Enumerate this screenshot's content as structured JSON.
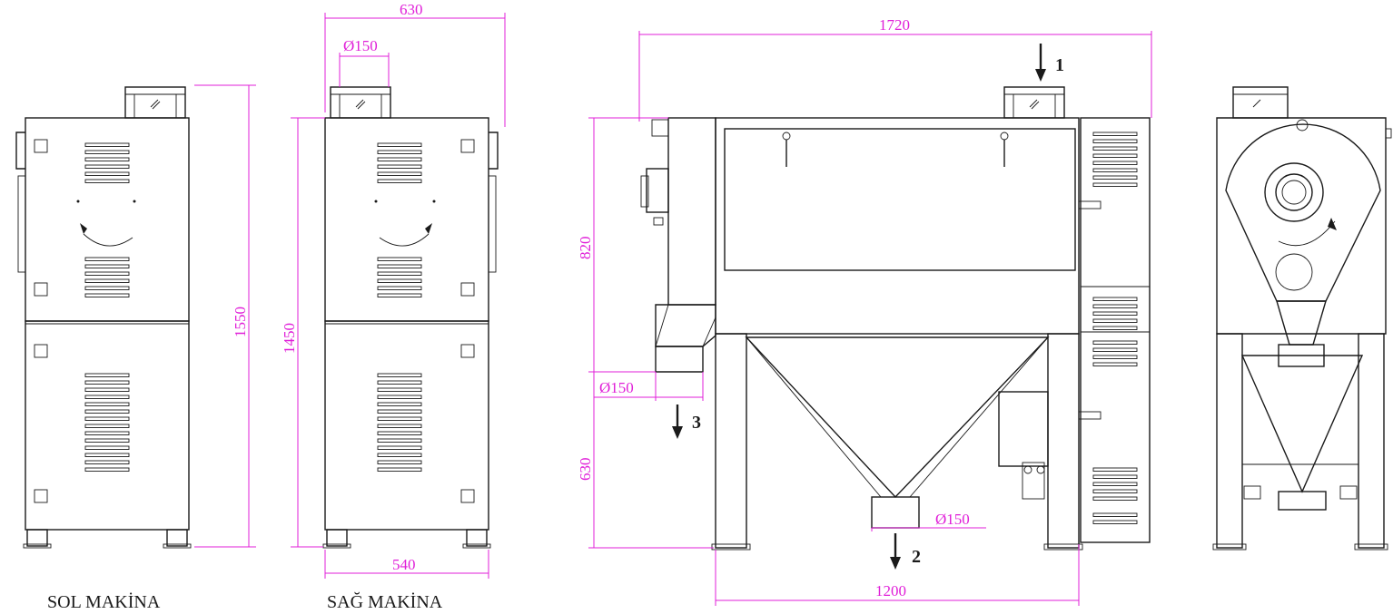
{
  "labels": {
    "left_machine": "SOL MAKİNA",
    "right_machine": "SAĞ MAKİNA"
  },
  "dimensions": {
    "left_height": "1550",
    "right_width_top": "630",
    "right_inlet_diameter": "Ø150",
    "right_height": "1450",
    "right_base_width": "540",
    "front_total_width": "1720",
    "front_upper_height": "820",
    "front_side_outlet_diameter": "Ø150",
    "front_lower_height": "630",
    "front_bottom_outlet_diameter": "Ø150",
    "front_leg_span": "1200"
  },
  "flow_markers": {
    "inlet": "1",
    "bottom_outlet": "2",
    "side_outlet": "3"
  },
  "colors": {
    "dimension": "#e01fd8",
    "line": "#1a1a1a"
  }
}
